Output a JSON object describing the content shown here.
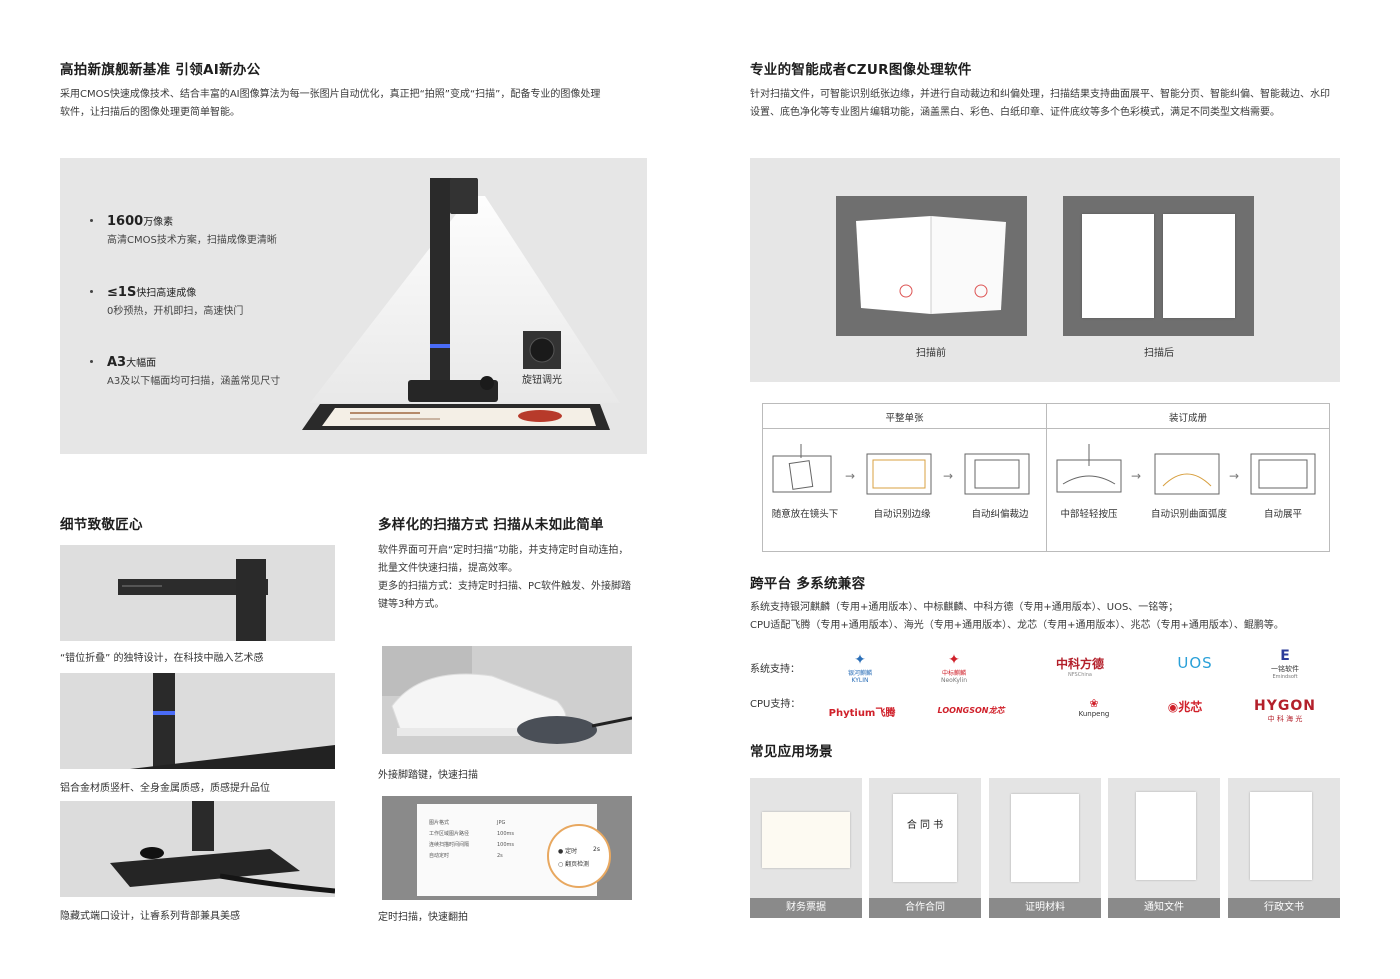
{
  "left": {
    "hero": {
      "title": "高拍新旗舰新基准 引领AI新办公",
      "desc_line1": "采用CMOS快速成像技术、结合丰富的AI图像算法为每一张图片自动优化，真正把“拍照”变成“扫描”，配备专业的图像处理",
      "desc_line2": "软件，让扫描后的图像处理更简单智能。",
      "features": [
        {
          "strong": "1600",
          "label": "万像素",
          "sub": "高清CMOS技术方案，扫描成像更清晰"
        },
        {
          "strong": "≤1S",
          "label": "快扫高速成像",
          "sub": "0秒预热，开机即扫，高速快门"
        },
        {
          "strong": "A3",
          "label": "大幅面",
          "sub": "A3及以下幅面均可扫描，涵盖常见尺寸"
        }
      ],
      "knob_caption": "旋钮调光"
    },
    "detail": {
      "title": "细节致敬匠心",
      "captions": [
        "“错位折叠” 的独特设计，在科技中融入艺术感",
        "铝合金材质竖杆、全身金属质感，质感提升品位",
        "隐藏式端口设计，让睿系列背部兼具美感"
      ]
    },
    "scan_modes": {
      "title": "多样化的扫描方式  扫描从未如此简单",
      "desc_line1": "软件界面可开启“定时扫描”功能，并支持定时自动连拍，",
      "desc_line2": "批量文件快速扫描，提高效率。",
      "desc_line3": "更多的扫描方式：支持定时扫描、PC软件触发、外接脚踏",
      "desc_line4": "键等3种方式。",
      "caption_pedal": "外接脚踏键，快速扫描",
      "caption_timer": "定时扫描，快速翻拍",
      "ui_rows": [
        "图片格式",
        "工作区域图片路径",
        "连续扫描时间间隔",
        "自动定时"
      ],
      "ui_values": [
        "JPG",
        "100ms",
        "100ms",
        "2s"
      ],
      "ui_option1": "定时",
      "ui_option2": "翻页检测",
      "zoom_value": "2s"
    }
  },
  "right": {
    "software": {
      "title": "专业的智能成者CZUR图像处理软件",
      "desc_line1": "针对扫描文件，可智能识别纸张边缘，并进行自动裁边和纠偏处理，扫描结果支持曲面展平、智能分页、智能纠偏、智能裁边、水印",
      "desc_line2": "设置、底色净化等专业图片编辑功能，涵盖黑白、彩色、白纸印章、证件底纹等多个色彩模式，满足不同类型文档需要。",
      "before": "扫描前",
      "after": "扫描后"
    },
    "flow": {
      "col1_title": "平整单张",
      "col2_title": "装订成册",
      "steps": [
        "随意放在镜头下",
        "自动识别边缘",
        "自动纠偏裁边",
        "中部轻轻按压",
        "自动识别曲面弧度",
        "自动展平"
      ]
    },
    "platform": {
      "title": "跨平台  多系统兼容",
      "desc_line1": "系统支持银河麒麟（专用+通用版本）、中标麒麟、中科方德（专用+通用版本）、UOS、一铭等；",
      "desc_line2": "CPU适配飞腾（专用+通用版本）、海光（专用+通用版本）、龙芯（专用+通用版本）、兆芯（专用+通用版本）、鲲鹏等。",
      "sys_label": "系统支持：",
      "cpu_label": "CPU支持：",
      "sys_logos": [
        {
          "text": "银河麒麟",
          "sub": "KYLIN"
        },
        {
          "text": "中标麒麟",
          "sub": "NeoKylin"
        },
        {
          "text": "中科方德",
          "sub": "NFSChina"
        },
        {
          "text": "UOS",
          "sub": ""
        },
        {
          "text": "一铭软件",
          "sub": "Emindsoft"
        }
      ],
      "cpu_logos": [
        {
          "text": "Phytium飞腾",
          "sub": ""
        },
        {
          "text": "LOONGSON龙芯",
          "sub": ""
        },
        {
          "text": "Kunpeng",
          "sub": ""
        },
        {
          "text": "兆芯",
          "sub": ""
        },
        {
          "text": "HYGON",
          "sub": "中 科 海 光"
        }
      ]
    },
    "scenes": {
      "title": "常见应用场景",
      "items": [
        "财务票据",
        "合作合同",
        "证明材料",
        "通知文件",
        "行政文书"
      ],
      "contract_heading": "合 同 书"
    }
  },
  "colors": {
    "panel_gray": "#e6e6e6",
    "accent_blue": "#4a6cf7",
    "phytium_red": "#d0202a",
    "uos_blue": "#2aa0d8",
    "hygon_red": "#b3202b"
  }
}
